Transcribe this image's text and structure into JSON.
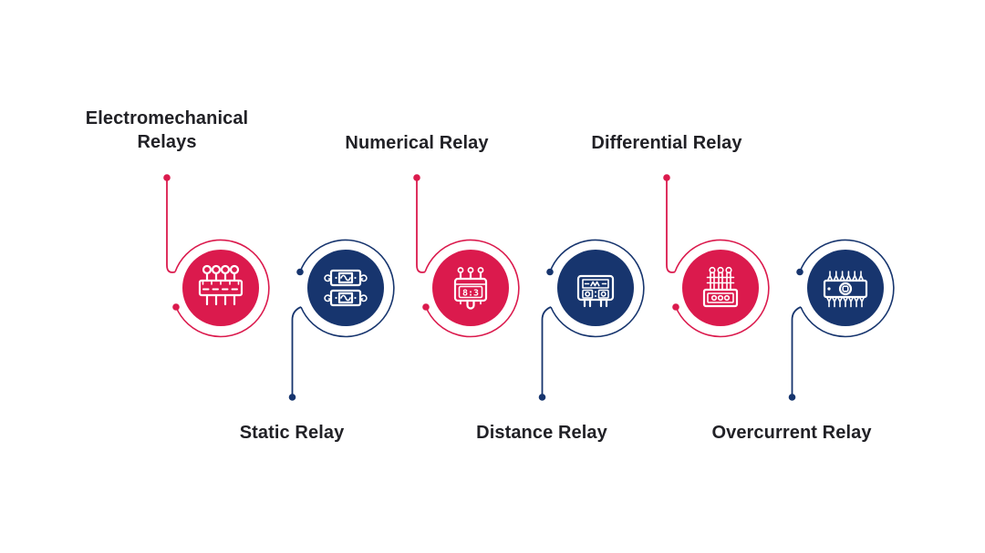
{
  "diagram": {
    "description": "Types of relays infographic",
    "items": [
      {
        "label": "Electromechanical Relays",
        "color": "red",
        "label_position": "top",
        "icon": "electromechanical-relay-icon"
      },
      {
        "label": "Static Relay",
        "color": "navy",
        "label_position": "bottom",
        "icon": "static-relay-icon"
      },
      {
        "label": "Numerical Relay",
        "color": "red",
        "label_position": "top",
        "icon": "numerical-relay-icon"
      },
      {
        "label": "Distance Relay",
        "color": "navy",
        "label_position": "bottom",
        "icon": "distance-relay-icon"
      },
      {
        "label": "Differential Relay",
        "color": "red",
        "label_position": "top",
        "icon": "differential-relay-icon"
      },
      {
        "label": "Overcurrent Relay",
        "color": "navy",
        "label_position": "bottom",
        "icon": "overcurrent-relay-icon"
      }
    ],
    "icon_texts": {
      "numerical_display": "8:3"
    }
  },
  "colors": {
    "red": "#DB1A4D",
    "navy": "#17356E",
    "text": "#212126",
    "background": "#FFFFFF",
    "icon_stroke": "#FFFFFF"
  }
}
